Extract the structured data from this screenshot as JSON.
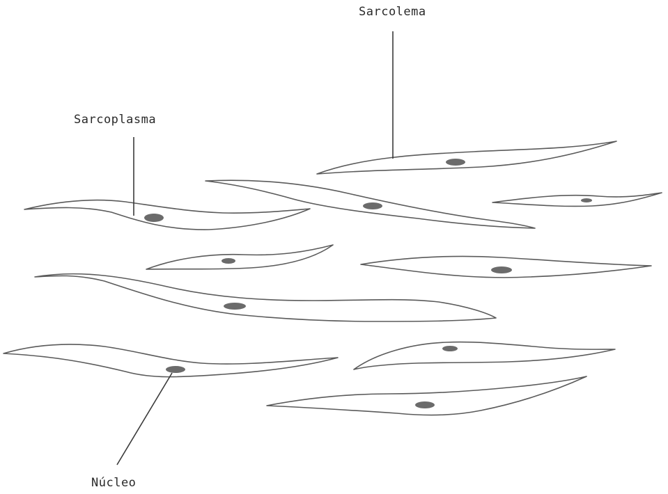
{
  "diagram": {
    "labels": {
      "sarcolema": "Sarcolema",
      "sarcoplasma": "Sarcoplasma",
      "nucleo": "Núcleo"
    }
  }
}
